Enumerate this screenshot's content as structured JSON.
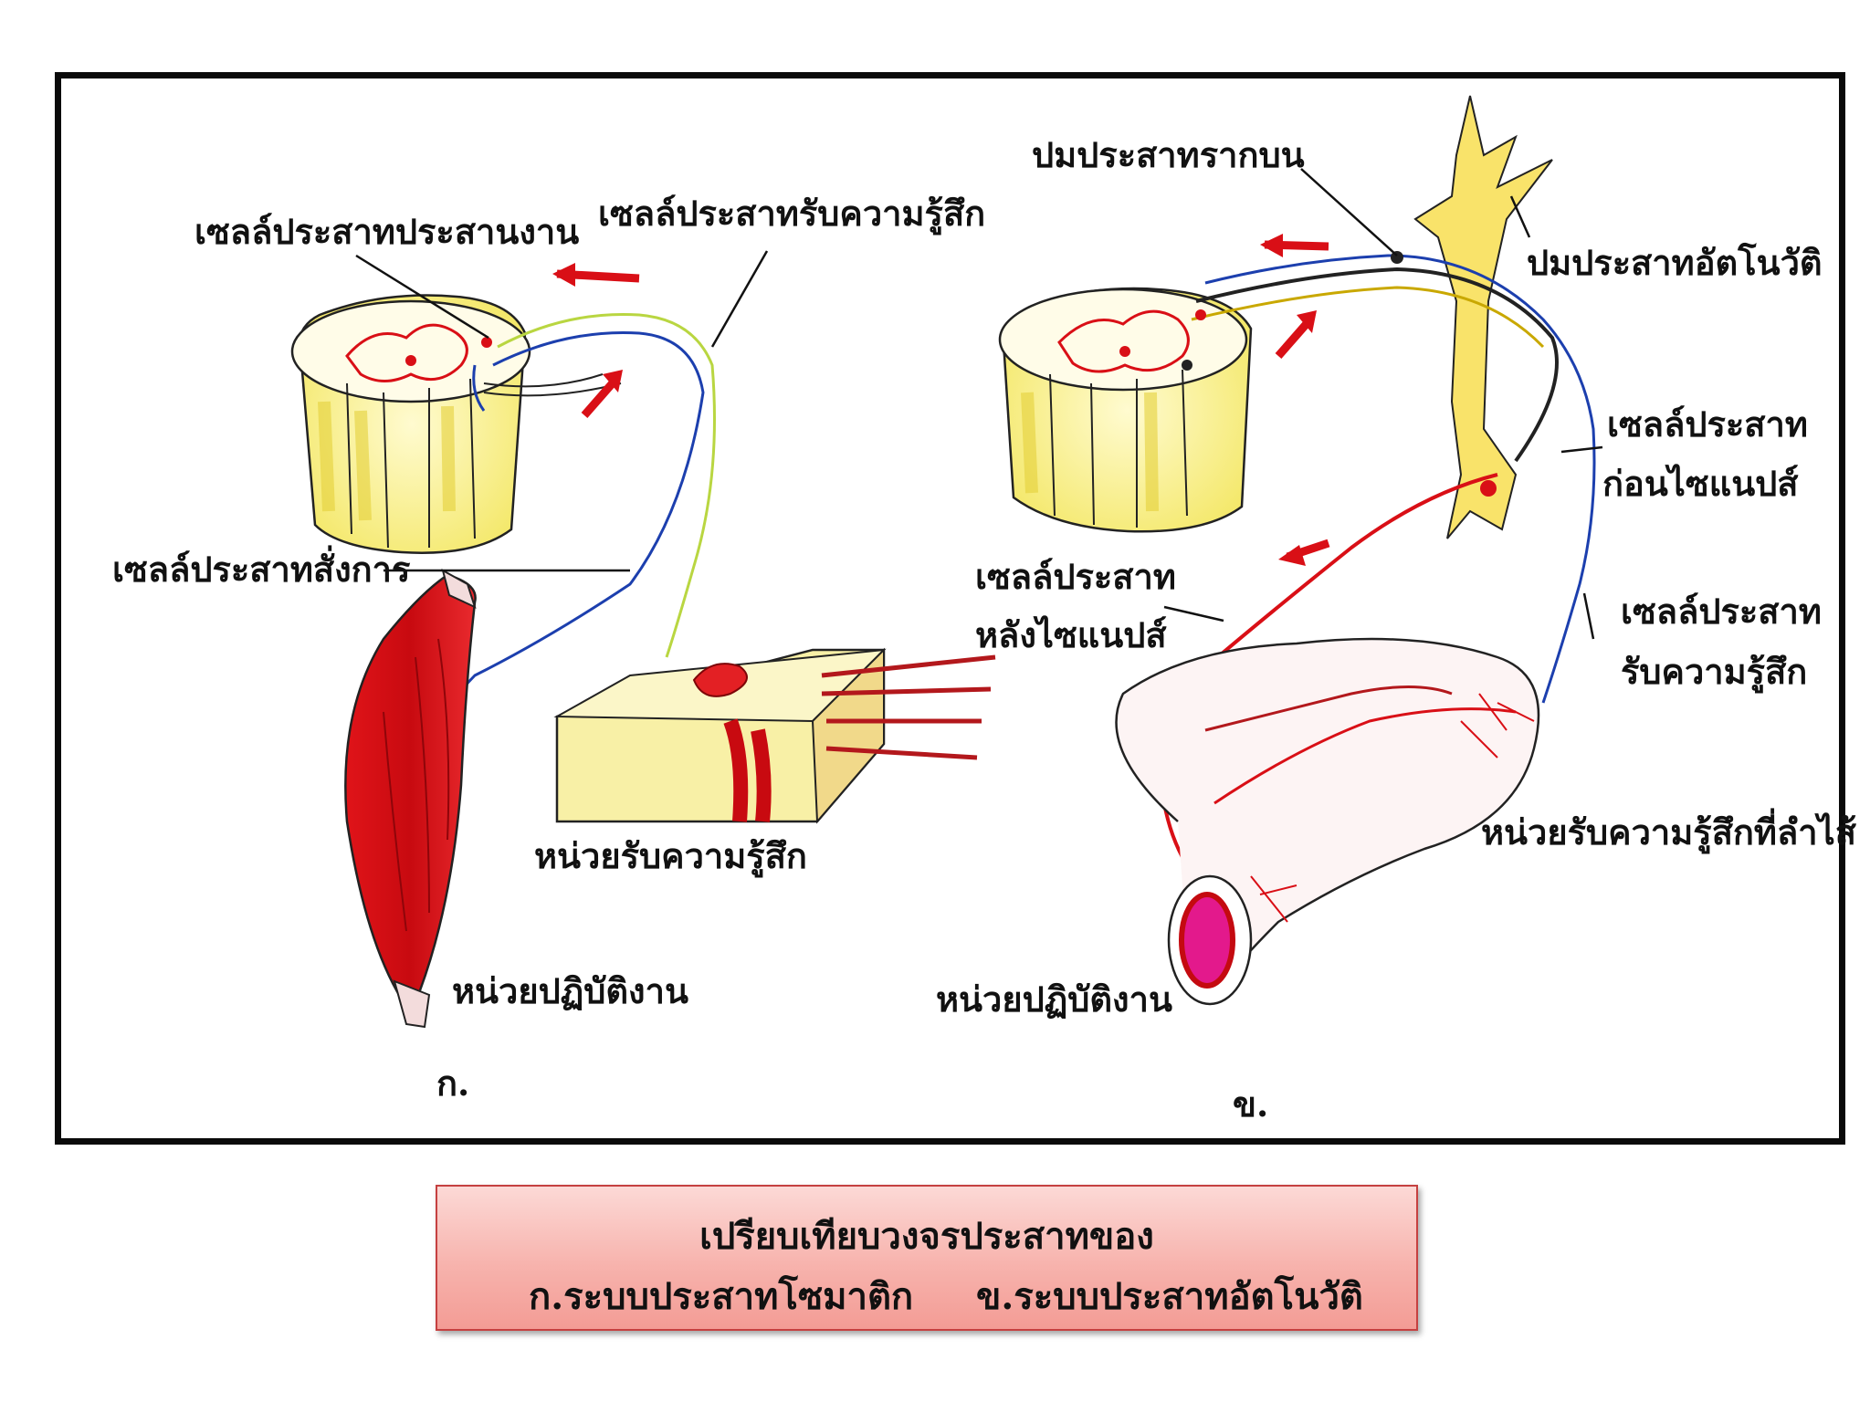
{
  "labels": {
    "interneuron": "เซลล์ประสาทประสานงาน",
    "sensory_neuron_a": "เซลล์ประสาทรับความรู้สึก",
    "motor_neuron": "เซลล์ประสาทสั่งการ",
    "receptor_a": "หน่วยรับความรู้สึก",
    "effector_a": "หน่วยปฏิบัติงาน",
    "panel_a": "ก.",
    "dorsal_root_ganglion": "ปมประสาทรากบน",
    "autonomic_ganglion": "ปมประสาทอัตโนวัติ",
    "preganglionic_1": "เซลล์ประสาท",
    "preganglionic_2": "ก่อนไซแนปส์",
    "postganglionic_1": "เซลล์ประสาท",
    "postganglionic_2": "หลังไซแนปส์",
    "sensory_b_1": "เซลล์ประสาท",
    "sensory_b_2": "รับความรู้สึก",
    "receptor_b": "หน่วยรับความรู้สึกที่ลำไส้",
    "effector_b": "หน่วยปฏิบัติงาน",
    "panel_b": "ข."
  },
  "caption": {
    "line1": "เปรียบเทียบวงจรประสาทของ",
    "left": "ก.ระบบประสาทโซมาติก",
    "right": "ข.ระบบประสาทอัตโนวัติ"
  },
  "colors": {
    "frame": "#0a0a0a",
    "spinal_yellow": "#f7ef7a",
    "nerve_red": "#d90f16",
    "nerve_blue": "#1c3fae",
    "nerve_yellowgreen": "#b9d641",
    "caption_bg": "#f7b3ad",
    "caption_border": "#c54040"
  }
}
